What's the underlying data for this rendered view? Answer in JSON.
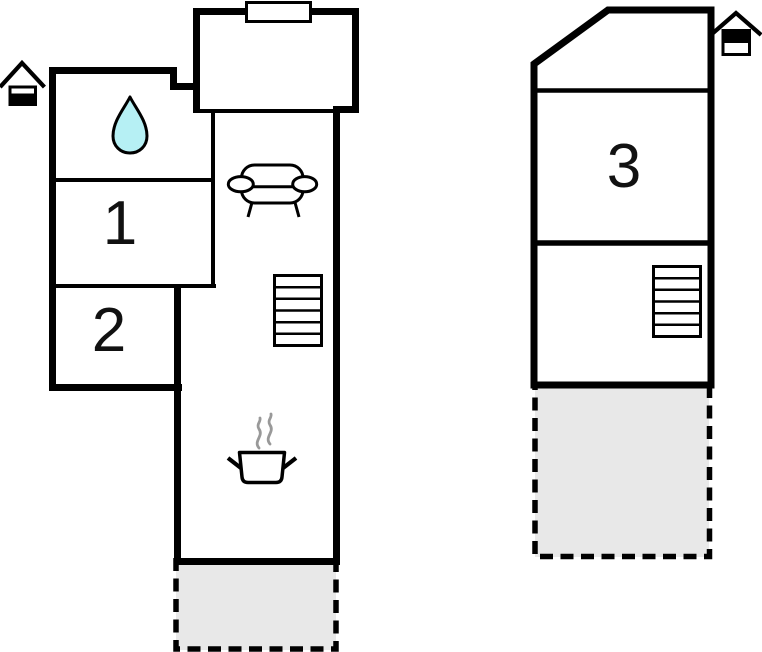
{
  "floorplan": {
    "rooms": [
      {
        "label": "1"
      },
      {
        "label": "2"
      },
      {
        "label": "3"
      }
    ],
    "colors": {
      "wall": "#000000",
      "background": "#ffffff",
      "terrace_fill": "#e8e8e8",
      "water_drop": "#b6f0f4",
      "steam": "#999999"
    },
    "icons": [
      "house-orientation-icon-left",
      "house-orientation-icon-right",
      "water-drop-icon",
      "sofa-icon",
      "stairs-icon-left",
      "stairs-icon-right",
      "cooking-pot-icon",
      "window-marker"
    ]
  }
}
